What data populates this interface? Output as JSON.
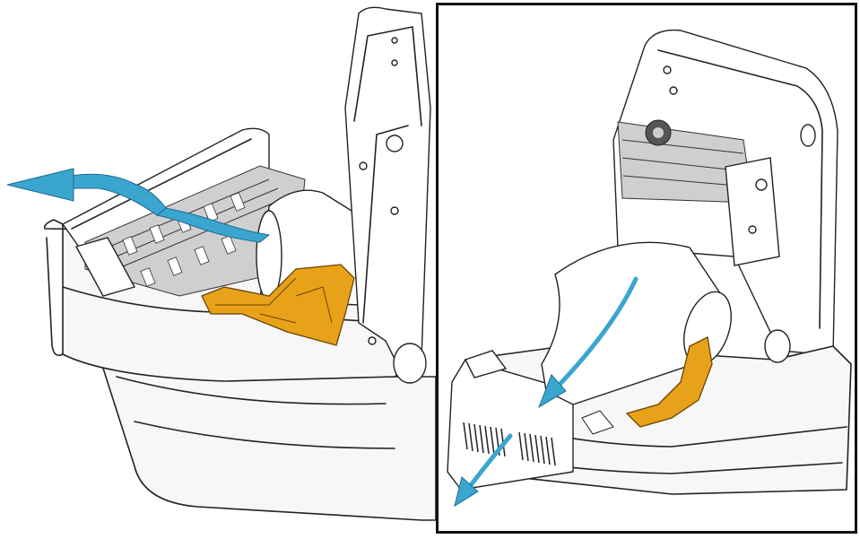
{
  "figure": {
    "panels": [
      {
        "id": "left",
        "content": "printer-open-label-path"
      },
      {
        "id": "right",
        "content": "printer-open-media-roll"
      }
    ],
    "colors": {
      "media_path_arrow": "#3aa6d0",
      "media_guide": "#e8a21a",
      "outline": "#222222",
      "panel_border": "#111111"
    },
    "icons": [
      "media-path-arrow",
      "media-guide-holder",
      "paper-roll",
      "printhead-assembly"
    ]
  }
}
